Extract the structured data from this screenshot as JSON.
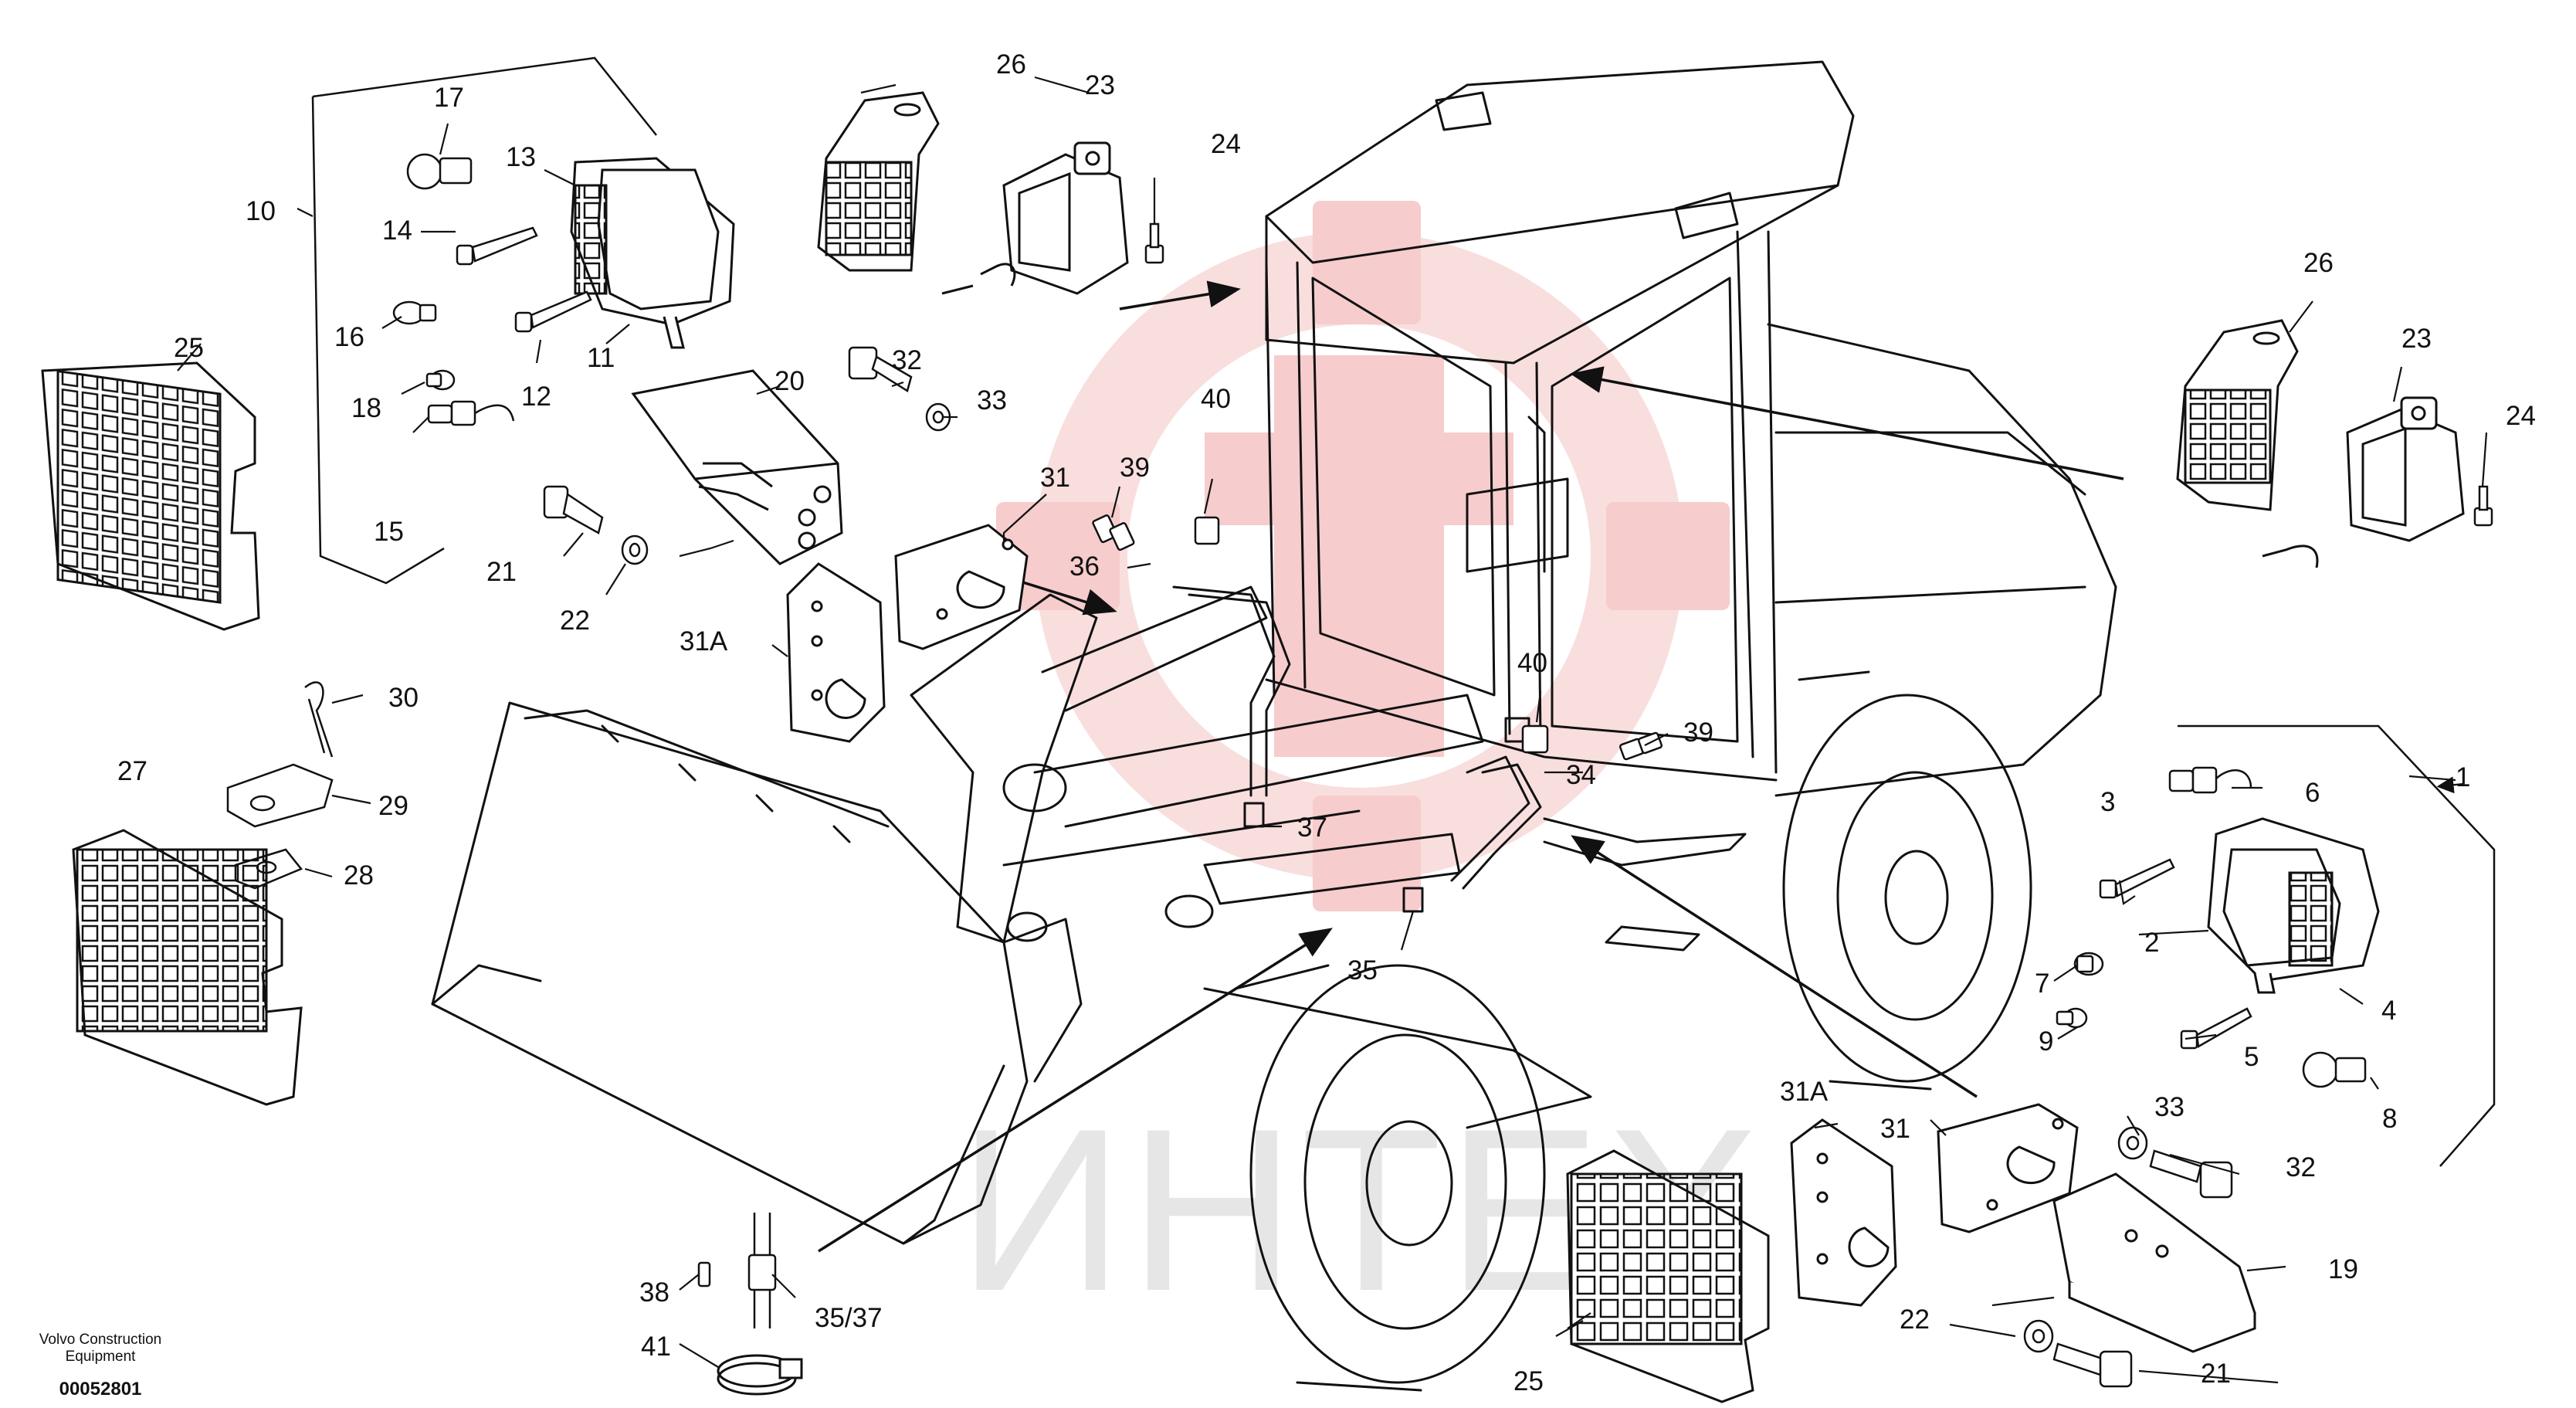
{
  "watermark": {
    "text": "ИНТЕХ",
    "color": "#e6e6e6",
    "logo_color": "#f6cccc"
  },
  "footer": {
    "brand_line1": "Volvo Construction",
    "brand_line2": "Equipment",
    "part_id": "00052801"
  },
  "callouts": {
    "c1": "1",
    "c2": "2",
    "c3": "3",
    "c4": "4",
    "c5": "5",
    "c6": "6",
    "c7": "7",
    "c8": "8",
    "c9": "9",
    "c10": "10",
    "c11": "11",
    "c12": "12",
    "c13": "13",
    "c14": "14",
    "c15": "15",
    "c16": "16",
    "c17": "17",
    "c18": "18",
    "c19": "19",
    "c20": "20",
    "c21a": "21",
    "c21b": "21",
    "c22a": "22",
    "c22b": "22",
    "c23a": "23",
    "c23b": "23",
    "c24a": "24",
    "c24b": "24",
    "c25a": "25",
    "c25b": "25",
    "c26a": "26",
    "c26b": "26",
    "c27": "27",
    "c28": "28",
    "c29": "29",
    "c30": "30",
    "c31a": "31",
    "c31b": "31",
    "c31Aa": "31A",
    "c31Ab": "31A",
    "c32a": "32",
    "c32b": "32",
    "c33a": "33",
    "c33b": "33",
    "c34": "34",
    "c35": "35",
    "c35_37": "35/37",
    "c36": "36",
    "c37": "37",
    "c38": "38",
    "c39a": "39",
    "c39b": "39",
    "c40a": "40",
    "c40b": "40",
    "c41": "41"
  },
  "colors": {
    "line": "#111111",
    "watermark": "#e6e6e6",
    "logo": "#f6cccc"
  }
}
